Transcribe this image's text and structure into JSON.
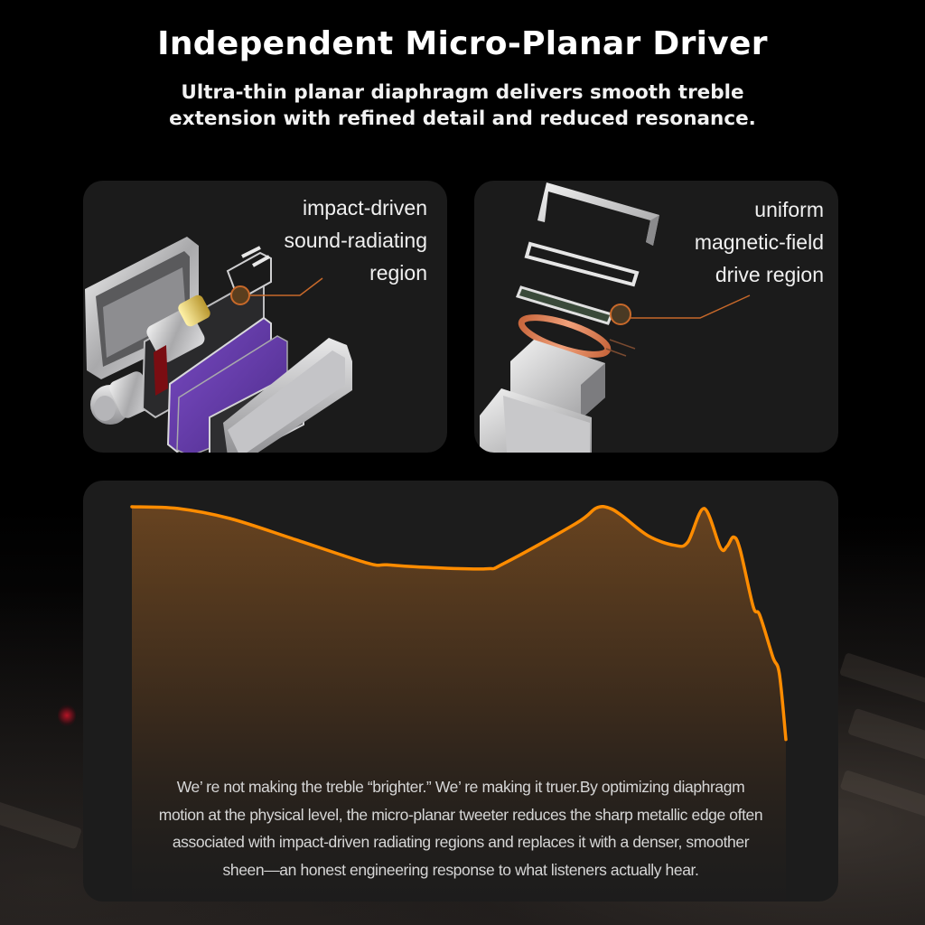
{
  "header": {
    "title": "Independent Micro-Planar Driver",
    "subtitle_lines": [
      "Ultra-thin planar diaphragm delivers smooth treble",
      "extension with refined detail and reduced resonance."
    ]
  },
  "cards": {
    "left": {
      "callout_lines": [
        "impact-driven",
        "sound-radiating",
        "region"
      ],
      "illustration": "exploded-dynamic-driver-icon"
    },
    "right": {
      "callout_lines": [
        "uniform",
        "magnetic-field",
        "drive region"
      ],
      "illustration": "exploded-planar-driver-icon"
    }
  },
  "chart": {
    "description_lines": [
      "We’  re not making the treble  “brighter.”  We’  re making it truer.By optimizing diaphragm",
      "motion at the physical level, the micro-planar tweeter reduces the sharp metallic edge often",
      "associated with impact-driven radiating regions and replaces it with a denser, smoother",
      "sheen—an honest engineering response to what listeners actually hear."
    ]
  },
  "colors": {
    "accent_orange": "#ff8c00",
    "card_bg": "#1b1b1b",
    "page_bg": "#000000",
    "callout_line": "#c8692a"
  },
  "chart_data": {
    "type": "area",
    "title": "",
    "xlabel": "",
    "ylabel": "",
    "grid": false,
    "legend": null,
    "note": "Unlabeled frequency-response style curve; values are normalized relative heights (0 = bottom of plot, 100 = top peak), x as 0-100 position across plot.",
    "x": [
      0,
      7,
      15,
      25,
      36,
      39,
      45,
      54,
      57,
      68,
      71,
      73,
      75,
      79,
      83,
      85,
      87.5,
      90,
      91,
      92,
      93,
      95,
      96,
      98,
      99,
      100
    ],
    "values": [
      100,
      99.3,
      95.3,
      86.9,
      77.5,
      76.8,
      75.8,
      75.2,
      77.5,
      93.5,
      99.5,
      99.5,
      96.3,
      88.3,
      84.6,
      85.9,
      99.3,
      83.6,
      84.2,
      87.9,
      82.9,
      60.1,
      56.7,
      40.0,
      33.2,
      7.0
    ]
  }
}
